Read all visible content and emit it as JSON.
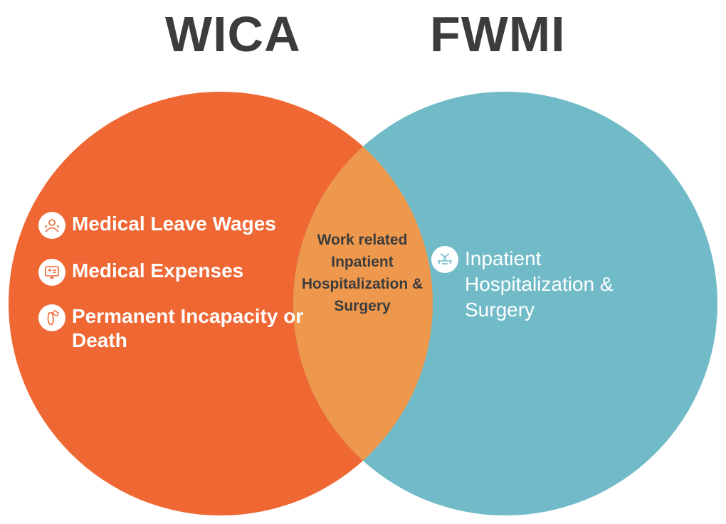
{
  "titles": {
    "left": "WICA",
    "right": "FWMI"
  },
  "colors": {
    "left_circle": "#ef6733",
    "right_circle": "#71bbc8",
    "overlap": "#ee984d",
    "title_text": "#3c3c3c"
  },
  "left_items": [
    {
      "label": "Medical Leave Wages",
      "icon": "patient-bed-icon"
    },
    {
      "label": "Medical Expenses",
      "icon": "medical-bill-icon"
    },
    {
      "label": "Permanent Incapacity or Death",
      "icon": "foot-tag-icon"
    }
  ],
  "overlap_text": "Work related Inpatient Hospitalization & Surgery",
  "right_items": [
    {
      "label": "Inpatient Hospitalization & Surgery",
      "icon": "surgery-bed-icon"
    }
  ]
}
